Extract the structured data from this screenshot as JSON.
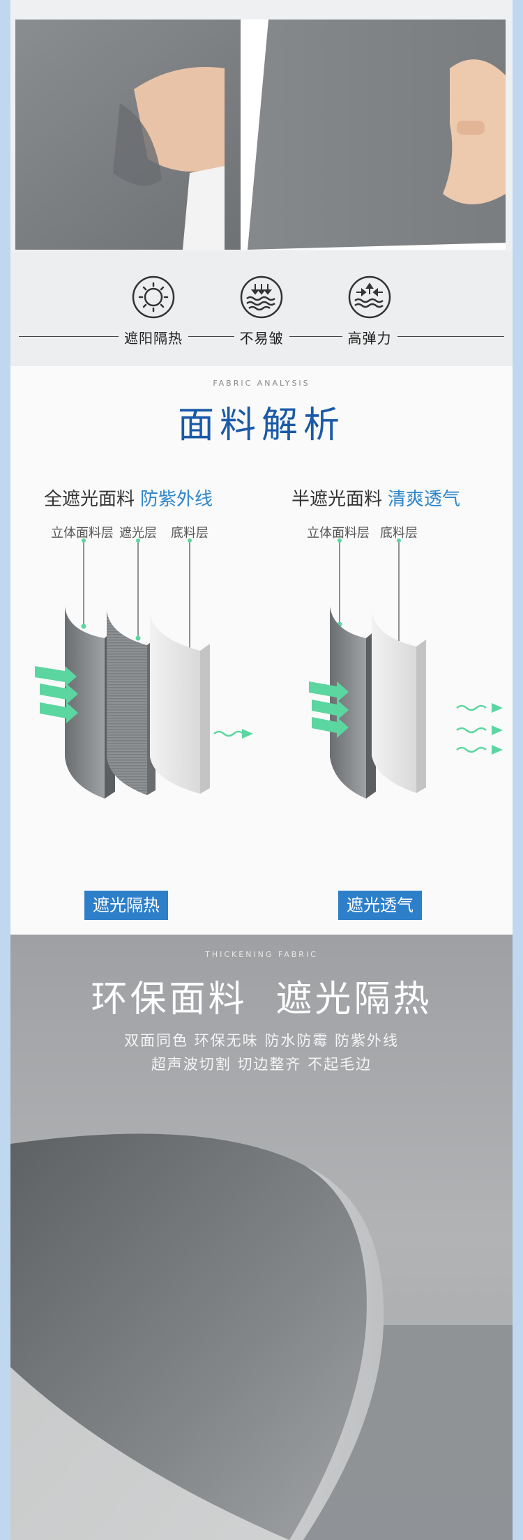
{
  "features": [
    {
      "label": "遮阳隔热",
      "icon": "sun-icon"
    },
    {
      "label": "不易皱",
      "icon": "smooth-wave-icon"
    },
    {
      "label": "高弹力",
      "icon": "stretch-icon"
    }
  ],
  "analysis": {
    "subhead_en": "FABRIC ANALYSIS",
    "title": "面料解析",
    "left": {
      "heading": "全遮光面料",
      "highlight": "防紫外线",
      "layers": [
        "立体面料层",
        "遮光层",
        "底料层"
      ],
      "badge": "遮光隔热"
    },
    "right": {
      "heading": "半遮光面料",
      "highlight": "清爽透气",
      "layers": [
        "立体面料层",
        "底料层"
      ],
      "badge": "遮光透气"
    }
  },
  "fabric": {
    "subhead_en": "THICKENING FABRIC",
    "title": "环保面料  遮光隔热",
    "line1": "双面同色 环保无味 防水防霉 防紫外线",
    "line2": "超声波切割  切边整齐  不起毛边"
  },
  "colors": {
    "title_blue": "#1a5aa8",
    "highlight_blue": "#2f86c9",
    "badge_blue": "#2e7fc9",
    "arrow_green": "#5cd6a0",
    "fabric_gray": "#7d7f82"
  }
}
